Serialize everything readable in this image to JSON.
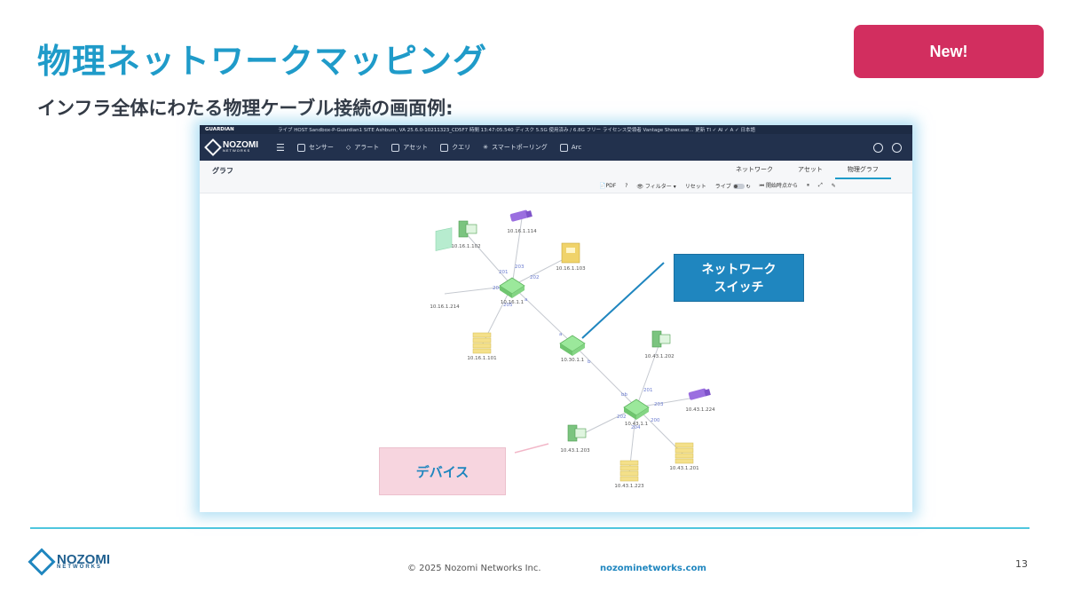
{
  "slide": {
    "title": "物理ネットワークマッピング",
    "subtitle": "インフラ全体にわたる物理ケーブル接続の画面例:",
    "badge": "New!",
    "callout_switch_line1": "ネットワーク",
    "callout_switch_line2": "スイッチ",
    "callout_device": "デバイス",
    "copyright": "© 2025 Nozomi Networks Inc.",
    "website": "nozominetworks.com",
    "page_number": "13",
    "footer_logo_name": "NOZOMI",
    "footer_logo_sub": "NETWORKS"
  },
  "app": {
    "brand": "GUARDIAN",
    "status_info": "ライブ HOST Sandbox-P-Guardian1 SITE Ashburn, VA 25.6.0-10211323_CD5F7 時間 13:47:05.540 ディスク 5.5G 使用済み / 6.8G フリー ライセンス受領者 Vantage Showcase... 更新 TI ✓ AI ✓ A ✓ 日本語",
    "logo_name": "NOZOMI",
    "logo_sub": "NETWORKS",
    "nav": [
      "センサー",
      "アラート",
      "アセット",
      "クエリ",
      "スマートポーリング",
      "Arc"
    ],
    "page_label": "グラフ",
    "tabs": [
      "ネットワーク",
      "アセット",
      "物理グラフ"
    ],
    "tools": {
      "pdf": "PDF",
      "help": "?",
      "filter": "フィルター ▾",
      "reset": "リセット",
      "live": "ライブ",
      "from_start": "開始時点から"
    }
  },
  "graph": {
    "nodes": [
      {
        "id": "sw1",
        "label": "10.16.1.1",
        "type": "switch",
        "color": "#9be89b"
      },
      {
        "id": "sw2",
        "label": "10.30.1.1",
        "type": "switch",
        "color": "#9be89b"
      },
      {
        "id": "sw3",
        "label": "10.43.1.1",
        "type": "switch",
        "color": "#9be89b"
      },
      {
        "id": "n1",
        "label": "10.16.1.102",
        "type": "workstation",
        "color": "#7bc47f"
      },
      {
        "id": "n2",
        "label": "10.16.1.114",
        "type": "camera",
        "color": "#9b6fe0"
      },
      {
        "id": "n3",
        "label": "10.16.1.103",
        "type": "plc",
        "color": "#f0d36a"
      },
      {
        "id": "n4",
        "label": "10.16.1.214",
        "type": "hmi",
        "color": "#b7eccf"
      },
      {
        "id": "n5",
        "label": "10.16.1.101",
        "type": "server",
        "color": "#f4e08a"
      },
      {
        "id": "n6",
        "label": "10.43.1.202",
        "type": "workstation",
        "color": "#7bc47f"
      },
      {
        "id": "n7",
        "label": "10.43.1.224",
        "type": "camera",
        "color": "#9b6fe0"
      },
      {
        "id": "n8",
        "label": "10.43.1.203",
        "type": "workstation",
        "color": "#7bc47f"
      },
      {
        "id": "n9",
        "label": "10.43.1.201",
        "type": "server",
        "color": "#f4e08a"
      },
      {
        "id": "n10",
        "label": "10.43.1.223",
        "type": "server",
        "color": "#f4e08a"
      }
    ],
    "ports": [
      "201",
      "203",
      "202",
      "204",
      "205",
      "a",
      "a",
      "b",
      "bb",
      "201",
      "203",
      "202",
      "204",
      "200"
    ]
  }
}
